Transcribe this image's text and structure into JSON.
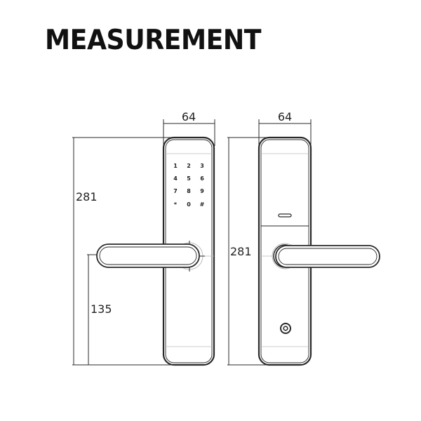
{
  "title": "MEASUREMENT",
  "colors": {
    "line": "#2a2a2a",
    "light_line": "#bbbbbb",
    "text": "#111111",
    "background": "#ffffff"
  },
  "front_view": {
    "width_dimension": "64",
    "height_dimension": "281",
    "handle_height_dimension": "135",
    "keypad": [
      "1",
      "2",
      "3",
      "4",
      "5",
      "6",
      "7",
      "8",
      "9",
      "*",
      "0",
      "#"
    ]
  },
  "back_view": {
    "width_dimension": "64",
    "height_dimension": "281"
  }
}
